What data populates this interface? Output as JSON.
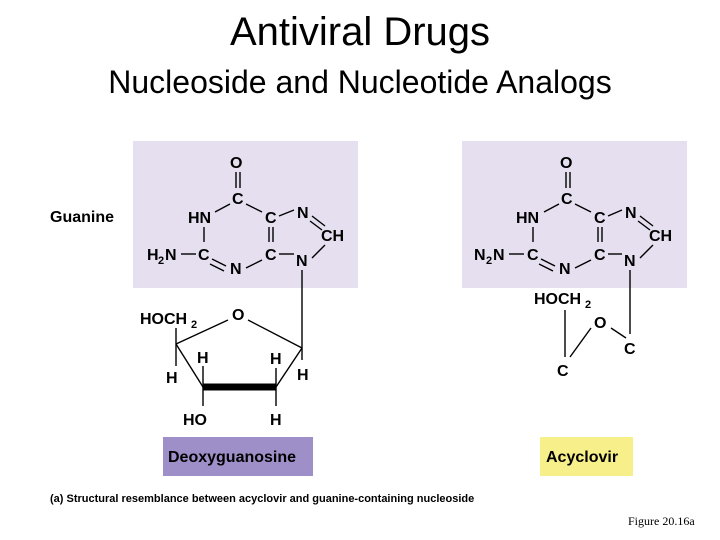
{
  "title": "Antiviral Drugs",
  "subtitle": "Nucleoside and Nucleotide Analogs",
  "guanine_label": "Guanine",
  "deoxyguanosine_label": "Deoxyguanosine",
  "acyclovir_label": "Acyclovir",
  "caption": "(a) Structural resemblance between acyclovir and guanine-containing nucleoside",
  "figure_ref": "Figure 20.16a",
  "atoms": {
    "O": "O",
    "C": "C",
    "N": "N",
    "HN": "HN",
    "CH": "CH",
    "H": "H",
    "HO": "HO",
    "NH2_left": "H",
    "NH2_sub": "2",
    "NH2_right": "N",
    "N2_left": "N",
    "N2_sub": "2",
    "N2_right": "N",
    "HOCH2_main": "HOCH",
    "HOCH2_sub": "2"
  },
  "colors": {
    "guanine_box": "#e5dff0",
    "deoxyguanosine_box": "#9e8fc9",
    "acyclovir_box": "#f7f08a"
  }
}
